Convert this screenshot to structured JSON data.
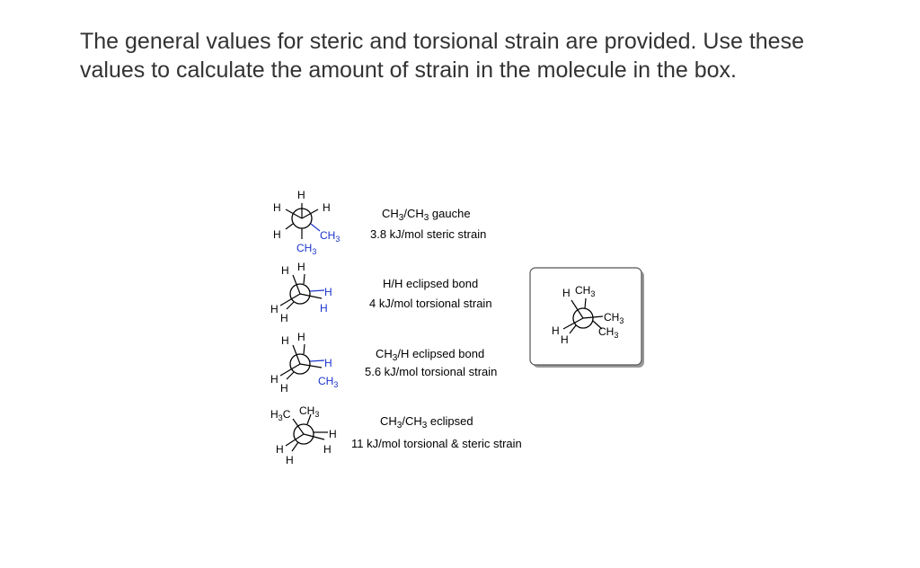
{
  "question": {
    "text": "The general values for steric and torsional strain are provided. Use these values to calculate the amount of strain in the molecule in the box."
  },
  "legend_rows": [
    {
      "interaction_prefix": "CH",
      "interaction_sub1": "3",
      "interaction_mid": "/CH",
      "interaction_sub2": "3",
      "interaction_suffix": " gauche",
      "value": "3.8 kJ/mol steric strain"
    },
    {
      "interaction_prefix": "H/H eclipsed bond",
      "interaction_sub1": "",
      "interaction_mid": "",
      "interaction_sub2": "",
      "interaction_suffix": "",
      "value": "4 kJ/mol torsional strain"
    },
    {
      "interaction_prefix": "CH",
      "interaction_sub1": "3",
      "interaction_mid": "/H eclipsed bond",
      "interaction_sub2": "",
      "interaction_suffix": "",
      "value": "5.6 kJ/mol torsional strain"
    },
    {
      "interaction_prefix": "CH",
      "interaction_sub1": "3",
      "interaction_mid": "/CH",
      "interaction_sub2": "3",
      "interaction_suffix": " eclipsed",
      "value": "11 kJ/mol torsional & steric strain"
    }
  ],
  "atoms": {
    "h": "H",
    "ch": "CH",
    "hc_h": "H",
    "hc_c": "C",
    "three": "3"
  },
  "colors": {
    "text": "#333333",
    "highlight": "#1a33cc",
    "box_border": "#555555",
    "box_shadow": "#999999"
  }
}
